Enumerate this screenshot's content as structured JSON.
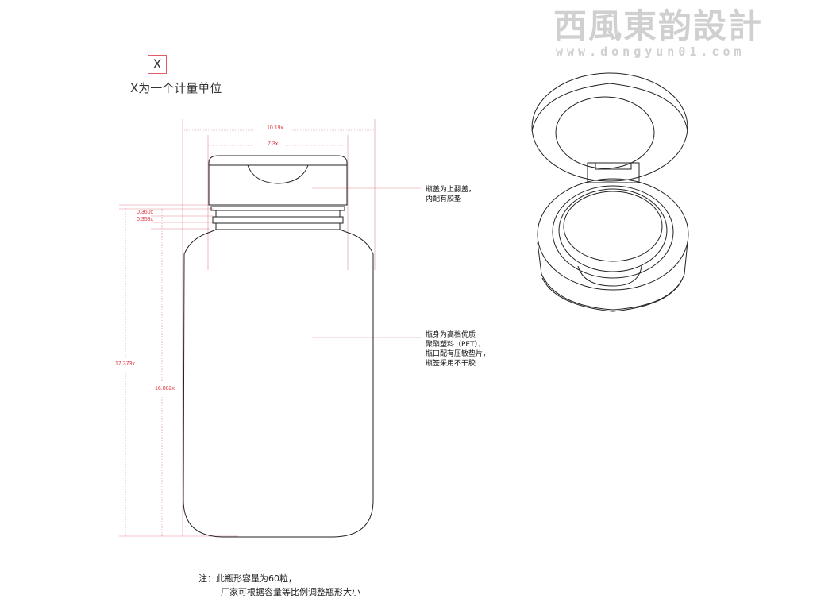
{
  "watermark": {
    "brand": "西風東韵設計",
    "url": "www.dongyun01.com"
  },
  "legend": {
    "unit_symbol": "X",
    "unit_description": "X为一个计量单位"
  },
  "dimensions": {
    "total_width": "10.19x",
    "cap_width": "7.3x",
    "thread_1": "0.360x",
    "thread_2": "0.353x",
    "total_height": "17.373x",
    "body_height": "16.082x"
  },
  "annotations": {
    "cap_note": [
      "瓶盖为上翻盖，",
      "内配有胶垫"
    ],
    "body_note": [
      "瓶身为高档优质",
      "聚酯塑料（PET），",
      "瓶口配有压敏垫片，",
      "瓶签采用不干胶"
    ]
  },
  "footer_note": {
    "line1": "注：此瓶形容量为60粒，",
    "line2": "厂家可根据容量等比例调整瓶形大小"
  },
  "colors": {
    "dimension_line": "#e0303f",
    "outline": "#222222",
    "watermark": "#d0d0d0"
  }
}
